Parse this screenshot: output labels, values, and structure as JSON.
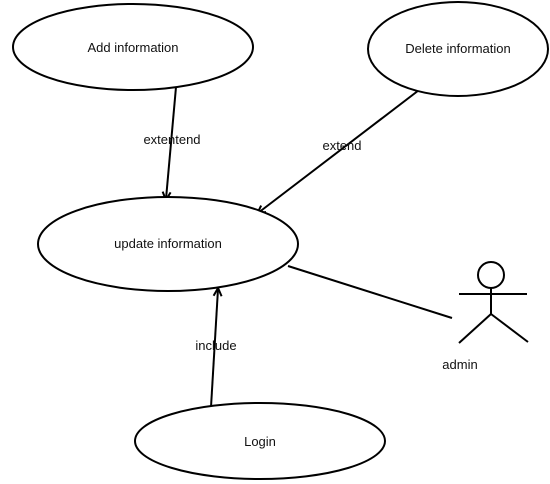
{
  "use_cases": {
    "add_information": "Add information",
    "delete_information": "Delete information",
    "update_information": "update information",
    "login": "Login"
  },
  "actors": {
    "admin": "admin"
  },
  "relations": {
    "add_to_update": "extentend",
    "delete_to_update": "extend",
    "login_to_update": "include"
  }
}
